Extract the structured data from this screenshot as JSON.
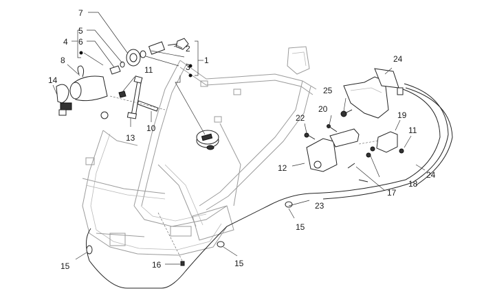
{
  "diagram": {
    "type": "exploded parts diagram",
    "subject": "scooter frame with ignition lock, seat lock, fuel cap and release cables",
    "callouts": [
      {
        "id": "c1",
        "label": "1"
      },
      {
        "id": "c2",
        "label": "2"
      },
      {
        "id": "c3",
        "label": "3"
      },
      {
        "id": "c4",
        "label": "4"
      },
      {
        "id": "c5",
        "label": "5"
      },
      {
        "id": "c6",
        "label": "6"
      },
      {
        "id": "c7",
        "label": "7"
      },
      {
        "id": "c8",
        "label": "8"
      },
      {
        "id": "c10",
        "label": "10"
      },
      {
        "id": "c11a",
        "label": "11"
      },
      {
        "id": "c11b",
        "label": "11"
      },
      {
        "id": "c12",
        "label": "12"
      },
      {
        "id": "c13",
        "label": "13"
      },
      {
        "id": "c14",
        "label": "14"
      },
      {
        "id": "c15a",
        "label": "15"
      },
      {
        "id": "c15b",
        "label": "15"
      },
      {
        "id": "c15c",
        "label": "15"
      },
      {
        "id": "c16",
        "label": "16"
      },
      {
        "id": "c17",
        "label": "17"
      },
      {
        "id": "c18",
        "label": "18"
      },
      {
        "id": "c19",
        "label": "19"
      },
      {
        "id": "c20",
        "label": "20"
      },
      {
        "id": "c22",
        "label": "22"
      },
      {
        "id": "c23",
        "label": "23"
      },
      {
        "id": "c24a",
        "label": "24"
      },
      {
        "id": "c24b",
        "label": "24"
      },
      {
        "id": "c25",
        "label": "25"
      }
    ],
    "groups": [
      {
        "id": "g1",
        "label": "1",
        "members": [
          "2",
          "•",
          "3",
          "•"
        ]
      },
      {
        "id": "g4",
        "label": "4",
        "members": [
          "5",
          "6",
          "•"
        ]
      }
    ]
  }
}
